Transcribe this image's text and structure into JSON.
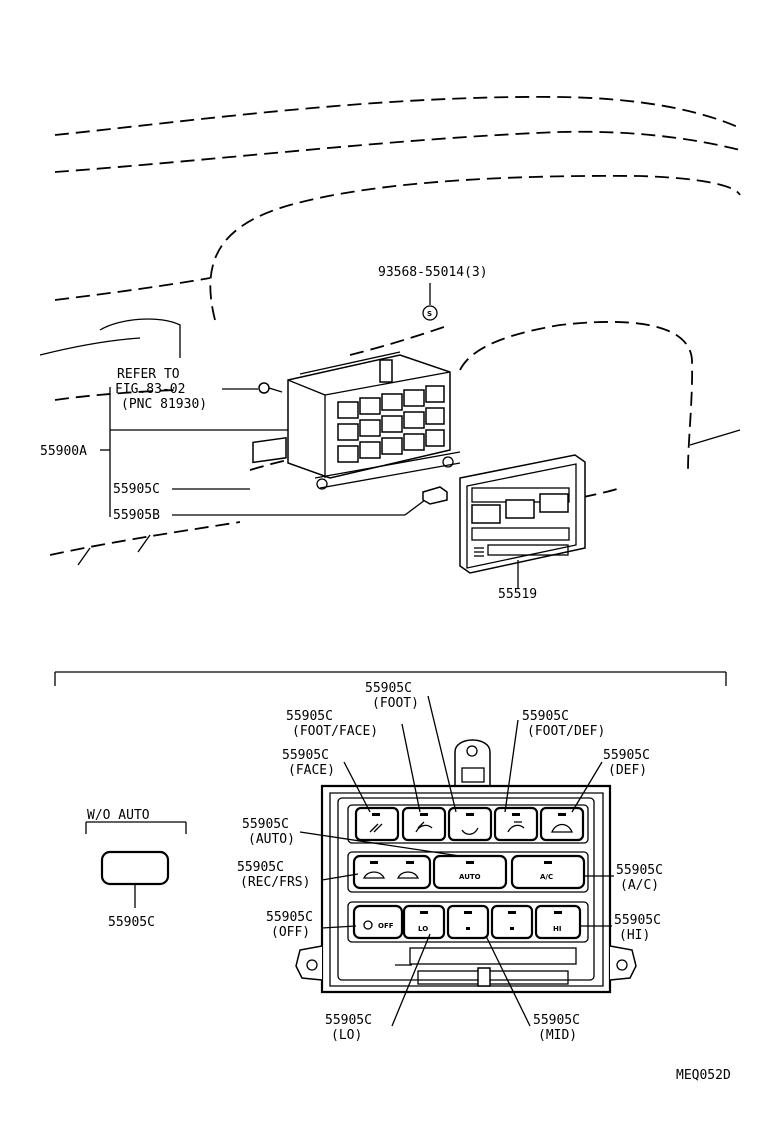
{
  "labels": {
    "bolt": "93568-55014(3)",
    "refer_1": "REFER TO",
    "refer_2": "FIG.83-02",
    "refer_3": "(PNC 81930)",
    "unit": "55900A",
    "button_c": "55905C",
    "button_b": "55905B",
    "panel": "55519",
    "detail_foot": "55905C",
    "detail_foot_sub": "(FOOT)",
    "detail_footface": "55905C",
    "detail_footface_sub": "(FOOT/FACE)",
    "detail_footdef": "55905C",
    "detail_footdef_sub": "(FOOT/DEF)",
    "detail_face": "55905C",
    "detail_face_sub": "(FACE)",
    "detail_def": "55905C",
    "detail_def_sub": "(DEF)",
    "detail_auto": "55905C",
    "detail_auto_sub": "(AUTO)",
    "detail_recfrs": "55905C",
    "detail_recfrs_sub": "(REC/FRS)",
    "detail_ac": "55905C",
    "detail_ac_sub": "(A/C)",
    "detail_off": "55905C",
    "detail_off_sub": "(OFF)",
    "detail_hi": "55905C",
    "detail_hi_sub": "(HI)",
    "detail_lo": "55905C",
    "detail_lo_sub": "(LO)",
    "detail_mid": "55905C",
    "detail_mid_sub": "(MID)",
    "wo_auto": "W/O AUTO",
    "wo_auto_part": "55905C",
    "code": "MEQ052D",
    "bolt_mark": "S"
  },
  "buttons": {
    "auto": "AUTO",
    "ac": "A/C",
    "off": "OFF",
    "lo": "LO",
    "hi": "HI"
  }
}
